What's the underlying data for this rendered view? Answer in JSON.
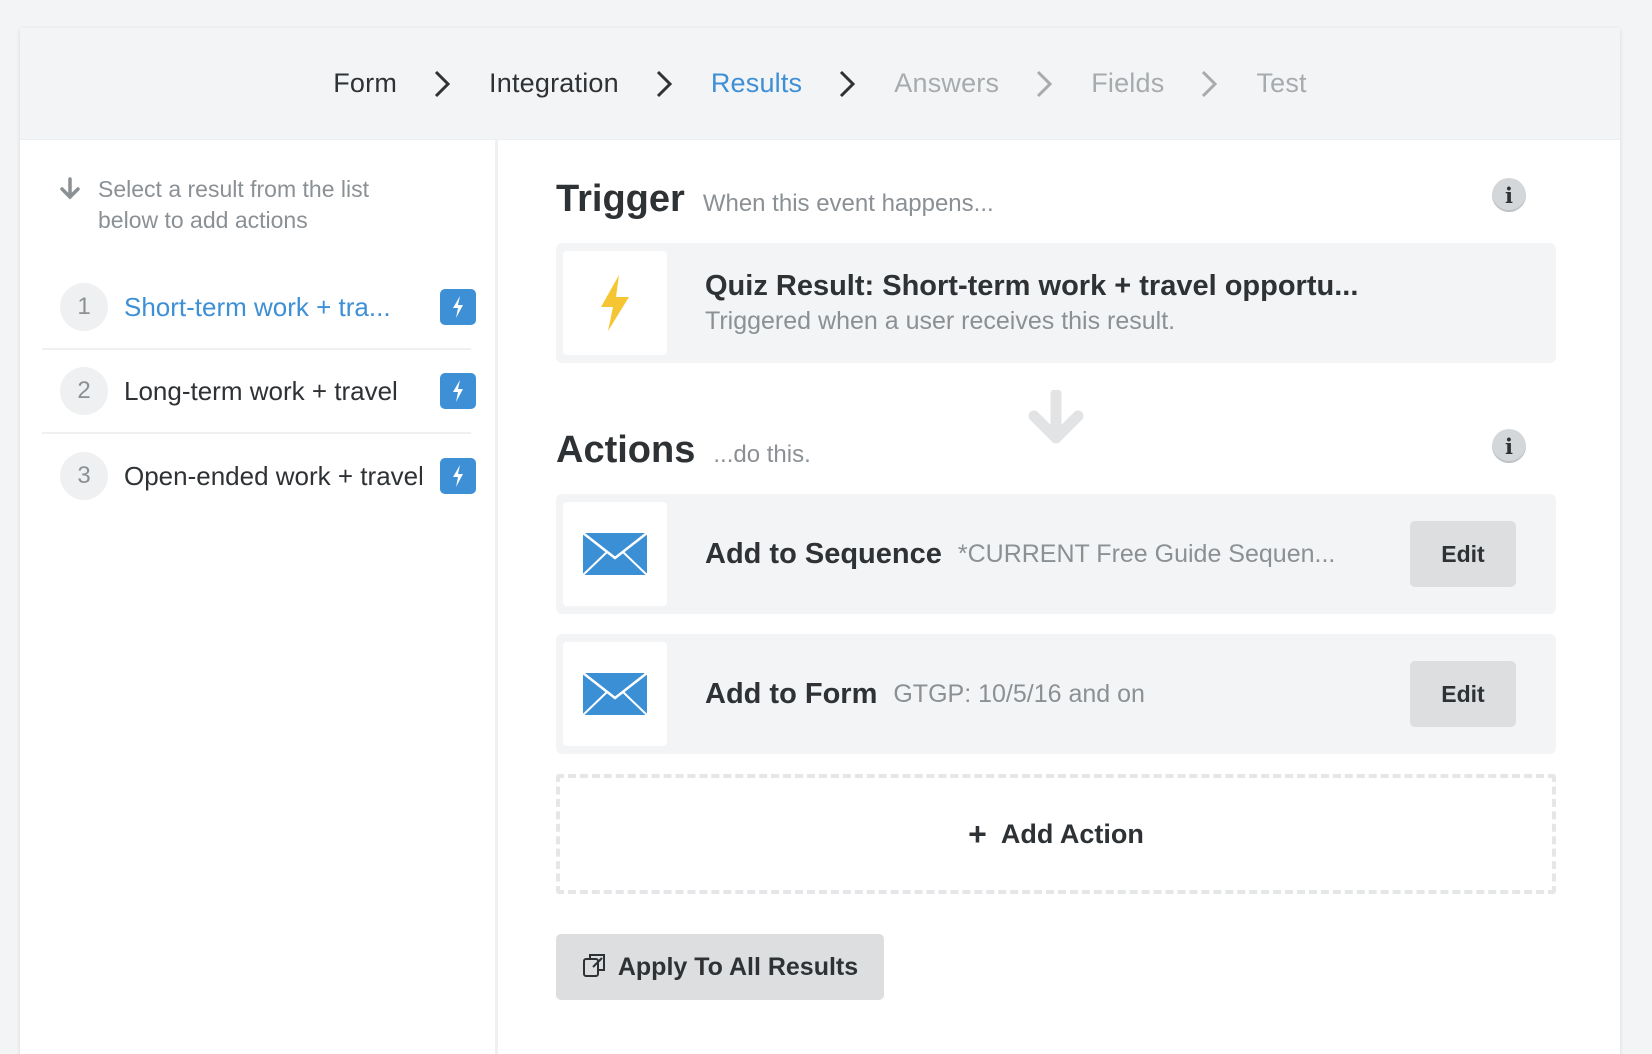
{
  "steps": [
    {
      "label": "Form",
      "state": "done"
    },
    {
      "label": "Integration",
      "state": "done"
    },
    {
      "label": "Results",
      "state": "active"
    },
    {
      "label": "Answers",
      "state": "future"
    },
    {
      "label": "Fields",
      "state": "future"
    },
    {
      "label": "Test",
      "state": "future"
    }
  ],
  "sidebar": {
    "hint_line1": "Select a result from the list",
    "hint_line2": "below to add actions",
    "results": [
      {
        "num": "1",
        "name": "Short-term work + tra...",
        "active": true
      },
      {
        "num": "2",
        "name": "Long-term work + travel",
        "active": false
      },
      {
        "num": "3",
        "name": "Open-ended work + travel",
        "active": false
      }
    ]
  },
  "trigger": {
    "title": "Trigger",
    "subtitle": "When this event happens...",
    "card_title": "Quiz Result: Short-term work + travel opportu...",
    "card_sub": "Triggered when a user receives this result."
  },
  "actions": {
    "title": "Actions",
    "subtitle": "...do this.",
    "items": [
      {
        "title": "Add to Sequence",
        "detail": "*CURRENT Free Guide Sequen...",
        "edit_label": "Edit"
      },
      {
        "title": "Add to Form",
        "detail": "GTGP: 10/5/16 and on",
        "edit_label": "Edit"
      }
    ],
    "add_label": "Add Action",
    "apply_label": "Apply To All Results"
  },
  "colors": {
    "accent": "#3d8fd6",
    "bolt_yellow": "#f5c533",
    "muted": "#8b9094"
  }
}
